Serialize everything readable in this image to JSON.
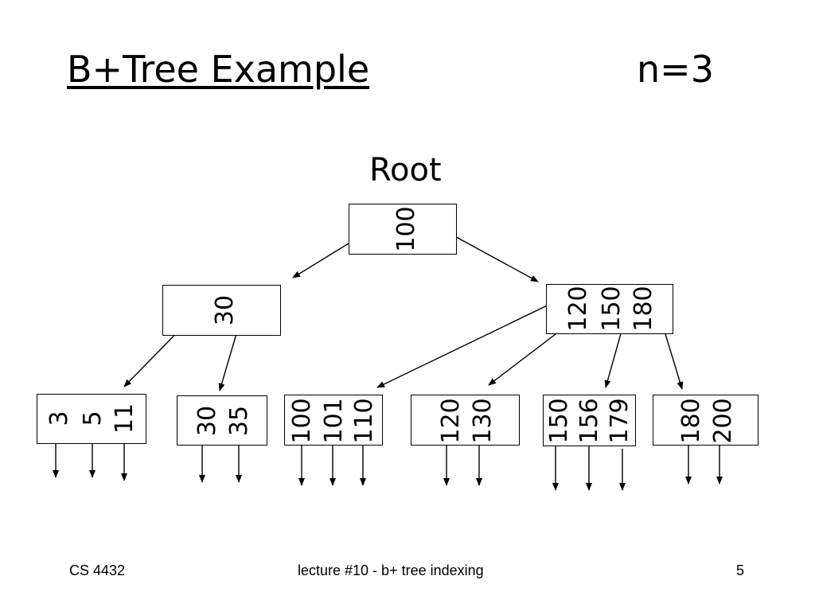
{
  "slide": {
    "title": "B+Tree Example",
    "param": "n=3",
    "root_label": "Root"
  },
  "tree": {
    "root": {
      "keys": [
        "100"
      ]
    },
    "internal": [
      {
        "keys": [
          "30"
        ]
      },
      {
        "keys": [
          "120",
          "150",
          "180"
        ]
      }
    ],
    "leaves": [
      {
        "keys": [
          "3",
          "5",
          "11"
        ]
      },
      {
        "keys": [
          "30",
          "35"
        ]
      },
      {
        "keys": [
          "100",
          "101",
          "110"
        ]
      },
      {
        "keys": [
          "120",
          "130"
        ]
      },
      {
        "keys": [
          "150",
          "156",
          "179"
        ]
      },
      {
        "keys": [
          "180",
          "200"
        ]
      }
    ]
  },
  "footer": {
    "course": "CS 4432",
    "lecture": "lecture #10 -  b+ tree indexing",
    "page": "5"
  }
}
